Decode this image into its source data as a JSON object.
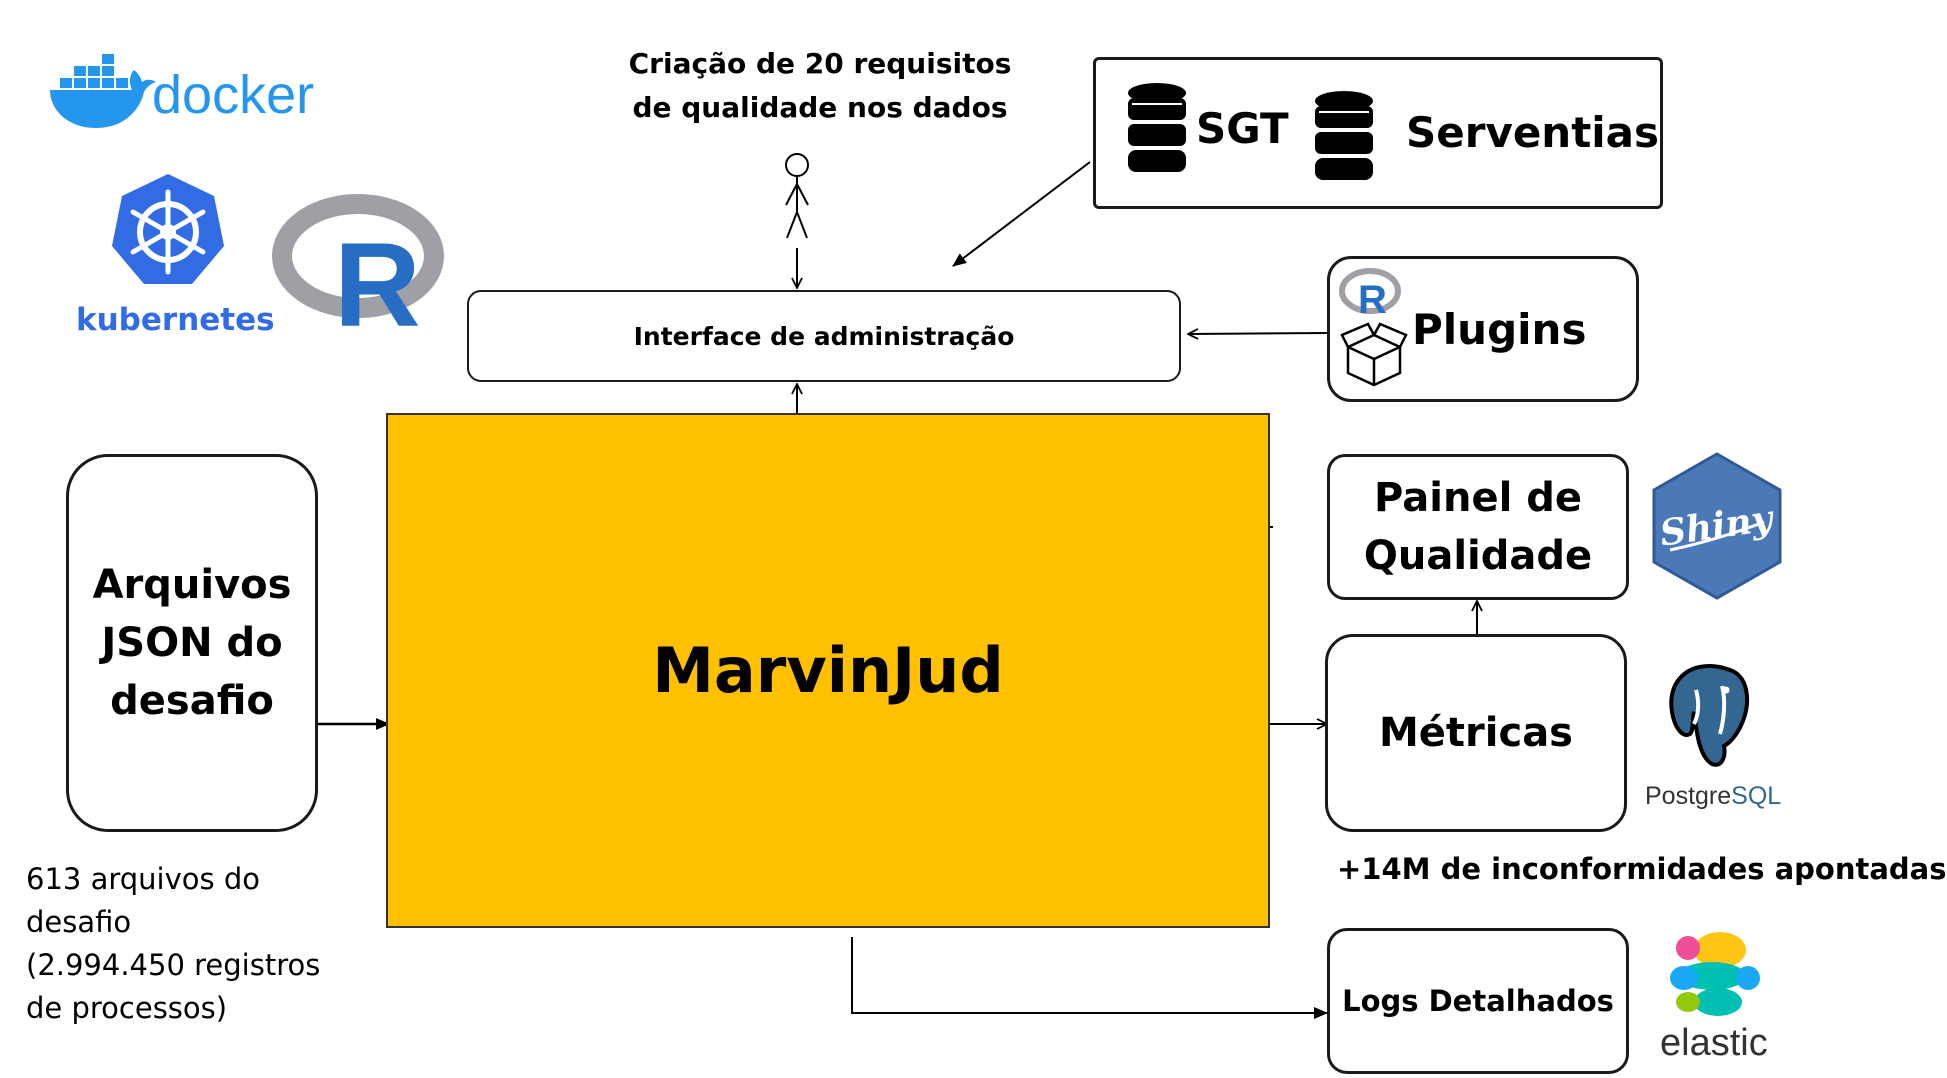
{
  "nodes": {
    "marvinjud": "MarvinJud",
    "admin_interface": "Interface de administração",
    "json_files": [
      "Arquivos",
      "JSON do",
      "desafio"
    ],
    "databases": {
      "sgt": "SGT",
      "serventias": "Serventias"
    },
    "plugins": "Plugins",
    "quality_panel": [
      "Painel de",
      "Qualidade"
    ],
    "metrics": "Métricas",
    "logs": "Logs Detalhados"
  },
  "annotations": {
    "requirements": [
      "Criação de 20 requisitos",
      "de qualidade nos dados"
    ],
    "files_info": [
      "613 arquivos do",
      "desafio",
      "(2.994.450 registros",
      "de processos)"
    ],
    "nonconformities": "+14M de inconformidades apontadas"
  },
  "logos": {
    "docker": "docker",
    "kubernetes": "kubernetes",
    "r": "R",
    "r_small": "R",
    "shiny": "Shiny",
    "postgres_a": "Postgre",
    "postgres_b": "SQL",
    "elastic": "elastic"
  },
  "colors": {
    "marvinjud_fill": "#FFC000",
    "docker_blue": "#2496ED",
    "kubernetes_blue": "#326CE5",
    "r_blue": "#276DC3",
    "r_gray": "#9EA0A5",
    "shiny_blue": "#4B79B8",
    "postgres_blue": "#336791"
  }
}
